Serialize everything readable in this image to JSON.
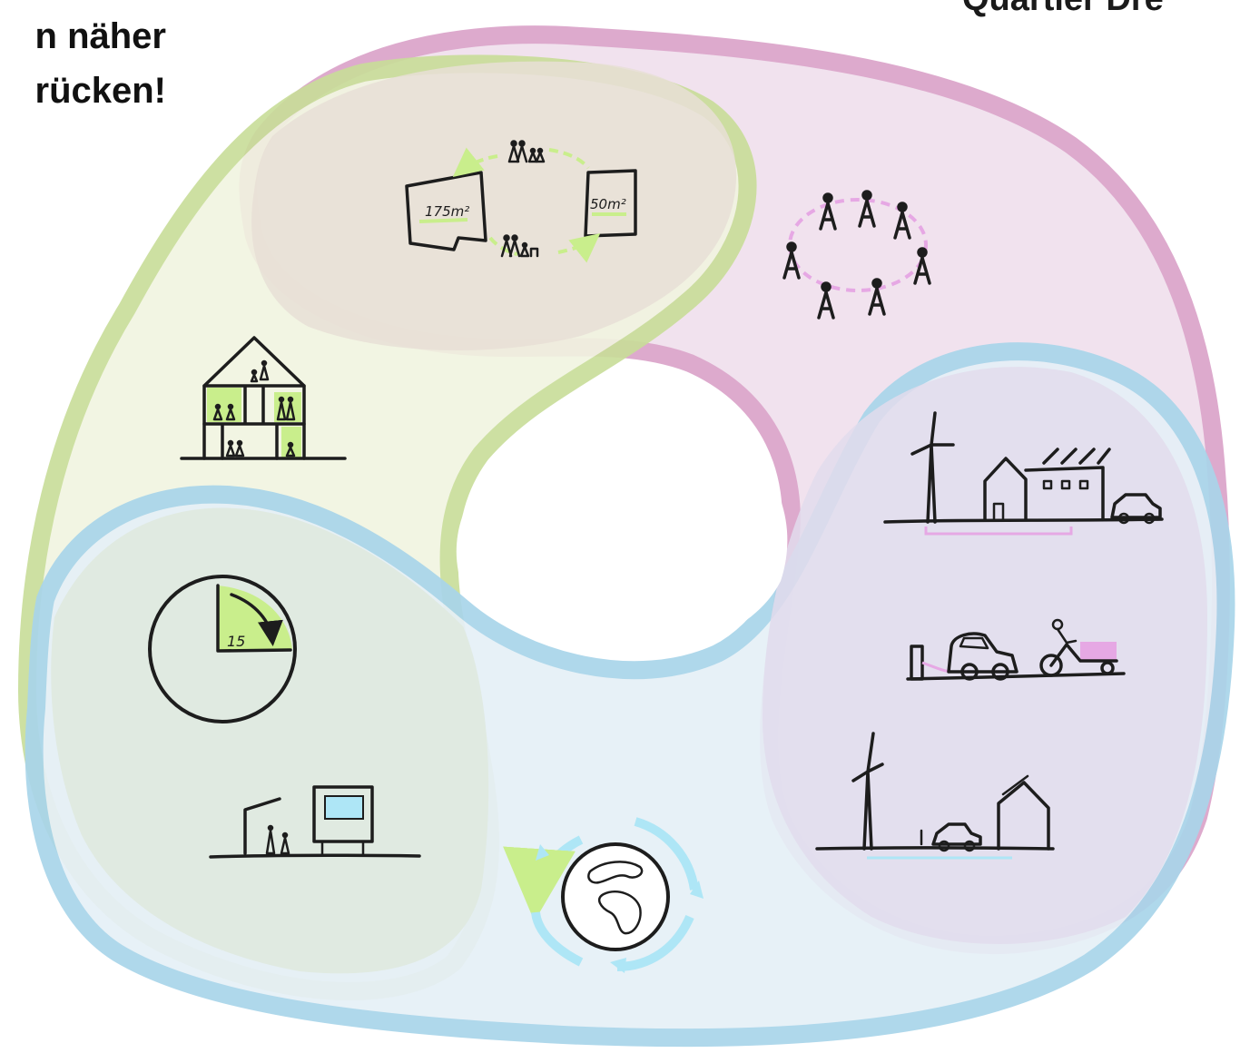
{
  "headline": {
    "line1": "n näher",
    "line2": "rücken!"
  },
  "corner_title": "Quartier Dre",
  "sketch_labels": {
    "area_large": "175m²",
    "area_small": "50m²",
    "clock_minutes": "15"
  },
  "colors": {
    "green_outline": "#c8dd98",
    "pink_outline": "#dca6cb",
    "blue_outline": "#a9d5ea",
    "green_fill": "#dff0b8",
    "accent_green": "#c9ee8c",
    "accent_pink": "#e6a8e4",
    "accent_cyan": "#aee6f6",
    "ink": "#1d1d1d"
  },
  "icons": {
    "space_exchange": "space-exchange-sketch-icon",
    "community_circle": "community-circle-icon",
    "shared_house": "shared-house-icon",
    "energy_neighbourhood": "energy-neighbourhood-icon",
    "mobility": "mobility-icon",
    "renewable_mobility": "renewable-mobility-icon",
    "fifteen_minute_clock": "fifteen-minute-clock-icon",
    "public_transport": "public-transport-stop-icon",
    "globe_cycle": "globe-cycle-icon"
  }
}
